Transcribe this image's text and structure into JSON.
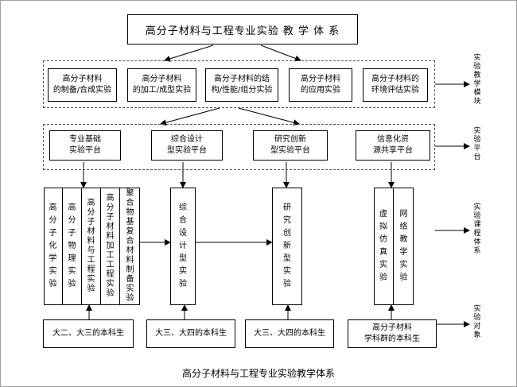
{
  "title": "高分子材料与工程专业实验 教 学 体 系",
  "caption": "高分子材料与工程专业实验教学体系",
  "modules": [
    "高分子材料\n的制备/合成实验",
    "高分子材料\n的加工/成型实验",
    "高分子材料的结\n构/性能/组分实验",
    "高分子材料\n的应用实验",
    "高分子材料的\n环境评估实验"
  ],
  "platforms": [
    "专业基础\n实验平台",
    "综合设计\n型实验平台",
    "研究创新\n型实验平台",
    "信息化资\n源共享平台"
  ],
  "courses_basic": [
    "高\n分\n子\n化\n学\n实\n验",
    "高\n分\n子\n物\n理\n实\n验",
    "高\n分\n子\n材\n料\n与\n工\n程\n实\n验",
    "高\n分\n子\n材\n料\n加\n工\n工\n程\n实\n验",
    "聚\n合\n物\n基\n复\n合\n材\n料\n制\n备\n实\n验"
  ],
  "course_design": "综\n合\n设\n计\n型\n实\n验",
  "course_research": "研\n究\n创\n新\n型\n实\n验",
  "courses_virtual": [
    "虚\n拟\n仿\n真\n实\n验",
    "网\n络\n教\n学\n实\n验"
  ],
  "audiences": [
    "大二、大三的本科生",
    "大三、大四的本科生",
    "大三、大四的本科生",
    "高分子材料\n学科群的本科生"
  ],
  "side_labels": [
    "实\n验\n教\n学\n模\n块",
    "实\n验\n平\n台",
    "实\n验\n课\n程\n体\n系",
    "实\n验\n对\n象"
  ]
}
